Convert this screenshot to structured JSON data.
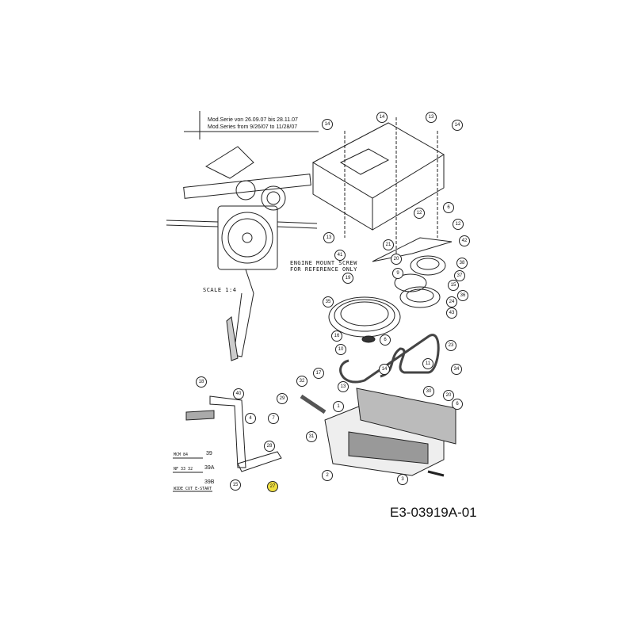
{
  "header": {
    "series_de": "Mod.Serie von  26.09.07 bis  28.11.07",
    "series_en": "Mod.Series from  9/26/07  to  11/28/07"
  },
  "notes": {
    "engine_mount_line1": "ENGINE MOUNT SCREW",
    "engine_mount_line2": "FOR REFERENCE ONLY",
    "scale": "SCALE 1:4"
  },
  "variants": [
    {
      "code": "MCM 84",
      "part": "39"
    },
    {
      "code": "NF 33 32",
      "part": "39A"
    },
    {
      "code": "WIDE CUT E-START",
      "part": "39B"
    }
  ],
  "drawing_number": "E3-03919A-01",
  "highlight_color": "#f0e040",
  "callouts": [
    "14",
    "14",
    "13",
    "14",
    "13",
    "12",
    "6",
    "12",
    "21",
    "42",
    "41",
    "20",
    "9",
    "38",
    "37",
    "19",
    "15",
    "36",
    "35",
    "24",
    "43",
    "16",
    "10",
    "6",
    "23",
    "11",
    "34",
    "14",
    "30",
    "20",
    "6",
    "13",
    "1",
    "17",
    "32",
    "29",
    "31",
    "2",
    "3",
    "18",
    "40",
    "4",
    "7",
    "28",
    "15",
    "27"
  ]
}
